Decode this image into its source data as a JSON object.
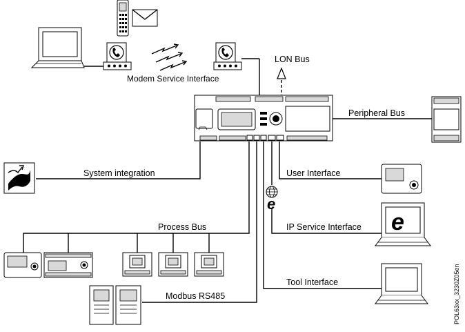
{
  "labels": {
    "lon_bus": "LON Bus",
    "modem_service_interface": "Modem Service Interface",
    "peripheral_bus": "Peripheral Bus",
    "system_integration": "System integration",
    "user_interface": "User Interface",
    "process_bus": "Process Bus",
    "ip_service_interface": "IP Service Interface",
    "tool_interface": "Tool Interface",
    "modbus": "Modbus RS485"
  },
  "figure_code": "POL63xx_3230Z05en"
}
